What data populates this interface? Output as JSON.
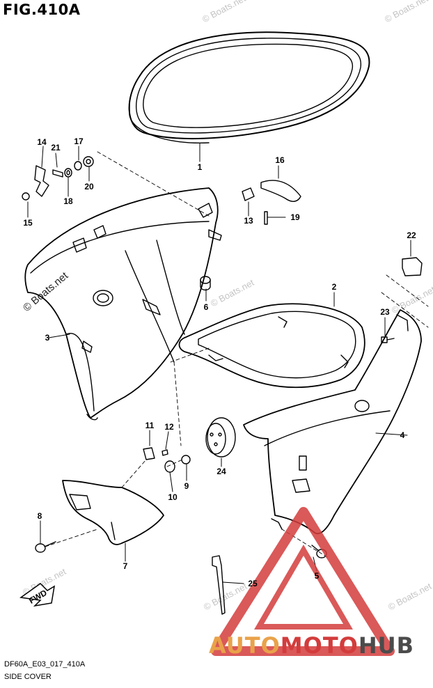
{
  "figure": {
    "title": "FIG.410A",
    "code": "DF60A_E03_017_410A",
    "name": "SIDE COVER"
  },
  "fwd_label": "FWD",
  "watermark_text": "© Boats.net",
  "logo": {
    "part1": "AUTO",
    "part2": "MOTO",
    "part3": "HUB"
  },
  "colors": {
    "line": "#000000",
    "logo_red": "#d33c3c",
    "logo_orange": "#e9a24a",
    "logo_grey": "#4b4b4b",
    "watermark": "#c4c4c4"
  },
  "callouts": [
    {
      "id": "c1",
      "label": "1"
    },
    {
      "id": "c2",
      "label": "2"
    },
    {
      "id": "c3",
      "label": "3"
    },
    {
      "id": "c4",
      "label": "4"
    },
    {
      "id": "c5",
      "label": "5"
    },
    {
      "id": "c6",
      "label": "6"
    },
    {
      "id": "c7",
      "label": "7"
    },
    {
      "id": "c8",
      "label": "8"
    },
    {
      "id": "c9",
      "label": "9"
    },
    {
      "id": "c10",
      "label": "10"
    },
    {
      "id": "c11",
      "label": "11"
    },
    {
      "id": "c12",
      "label": "12"
    },
    {
      "id": "c13",
      "label": "13"
    },
    {
      "id": "c14",
      "label": "14"
    },
    {
      "id": "c15",
      "label": "15"
    },
    {
      "id": "c16",
      "label": "16"
    },
    {
      "id": "c17",
      "label": "17"
    },
    {
      "id": "c18",
      "label": "18"
    },
    {
      "id": "c19",
      "label": "19"
    },
    {
      "id": "c20",
      "label": "20"
    },
    {
      "id": "c21",
      "label": "21"
    },
    {
      "id": "c22",
      "label": "22"
    },
    {
      "id": "c23",
      "label": "23"
    },
    {
      "id": "c24",
      "label": "24"
    },
    {
      "id": "c25",
      "label": "25"
    }
  ]
}
